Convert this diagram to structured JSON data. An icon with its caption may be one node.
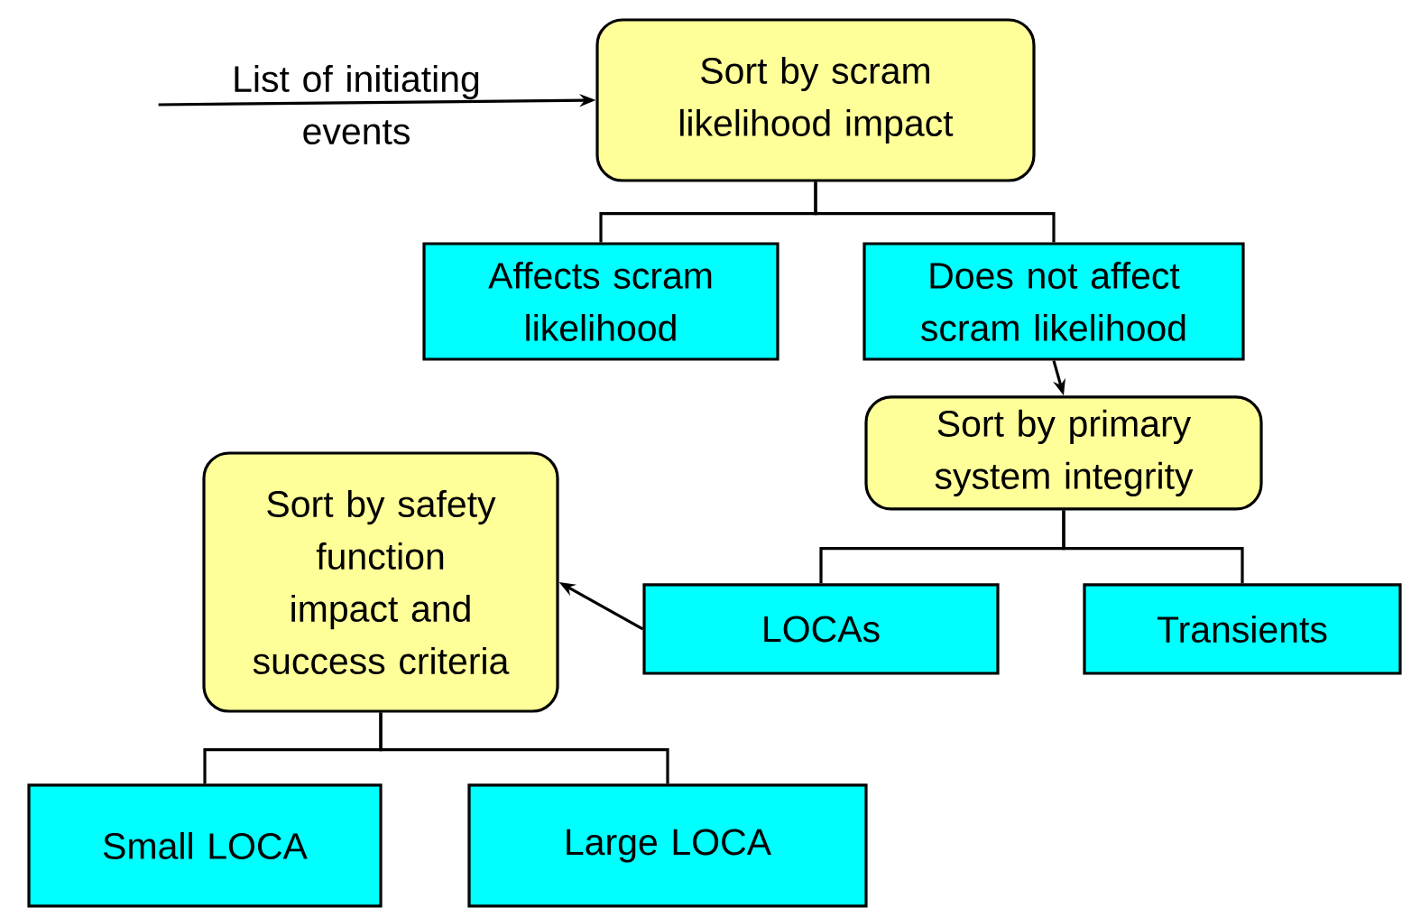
{
  "diagram": {
    "nodes": [
      {
        "text": [
          "List of initiating events"
        ]
      },
      {
        "text": [
          "Sort by scram likelihood impact"
        ]
      },
      {
        "text": [
          "Affects scram likelihood"
        ]
      },
      {
        "text": [
          "Does not affect scram likelihood"
        ]
      },
      {
        "text": [
          "Sort by primary system integrity"
        ]
      },
      {
        "text": [
          "Sort by safety function impact and success criteria"
        ]
      },
      {
        "text": [
          "LOCAs"
        ]
      },
      {
        "text": [
          "Transients"
        ]
      },
      {
        "text": [
          "Small LOCA"
        ]
      },
      {
        "text": [
          "Large LOCA"
        ]
      }
    ],
    "edges": [
      {
        "from": 0,
        "to": 1,
        "arrow": "to"
      },
      {
        "from": 1,
        "to": 2,
        "arrow": "none"
      },
      {
        "from": 1,
        "to": 3,
        "arrow": "none"
      },
      {
        "from": 3,
        "to": 4,
        "arrow": "to"
      },
      {
        "from": 4,
        "to": 6,
        "arrow": "none"
      },
      {
        "from": 4,
        "to": 7,
        "arrow": "none"
      },
      {
        "from": 6,
        "to": 5,
        "arrow": "to"
      },
      {
        "from": 5,
        "to": 8,
        "arrow": "none"
      },
      {
        "from": 5,
        "to": 9,
        "arrow": "none"
      }
    ]
  }
}
